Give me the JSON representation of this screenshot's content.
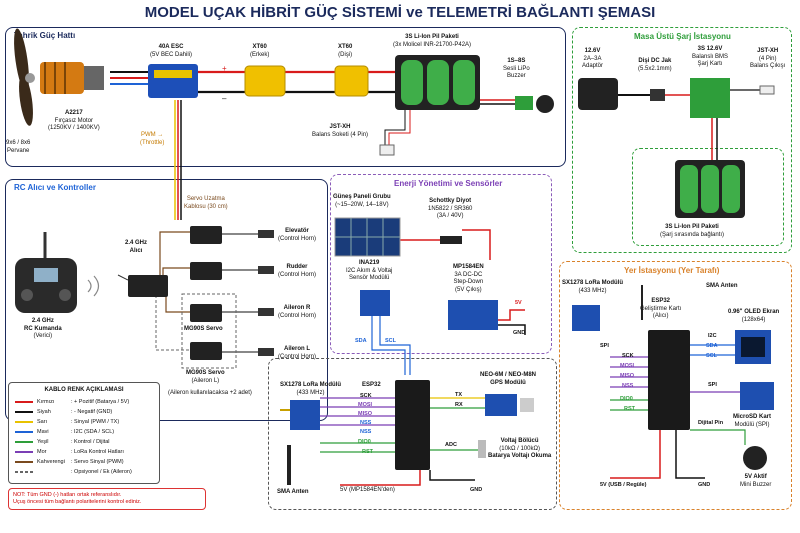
{
  "title": "MODEL UÇAK HİBRİT GÜÇ SİSTEMİ ve TELEMETRİ BAĞLANTI ŞEMASI",
  "sections": {
    "propulsion": "Tahrik Güç Hattı",
    "rc": "RC Alıcı ve Kontroller",
    "energy": "Enerji Yönetimi ve Sensörler",
    "charger": "Masa Üstü Şarj İstasyonu",
    "ground": "Yer İstasyonu (Yer Tarafı)"
  },
  "propulsion": {
    "prop": [
      "9x6 / 8x6",
      "Pervane"
    ],
    "motor": [
      "A2217",
      "Fırçasız Motor",
      "(1250KV / 1400KV)"
    ],
    "esc": [
      "40A ESC",
      "(5V BEC Dahili)"
    ],
    "xt60_m": [
      "XT60",
      "(Erkek)"
    ],
    "xt60_f": [
      "XT60",
      "(Dişi)"
    ],
    "pack": [
      "3S Li-Ion Pil Paketi",
      "(3x Molicel INR-21700-P42A)"
    ],
    "buzzer": [
      "1S–8S",
      "Sesli LiPo",
      "Buzzer"
    ],
    "jst": [
      "JST-XH",
      "Balans Soketi (4 Pin)"
    ],
    "pwm": [
      "PWM →",
      "(Throttle)"
    ],
    "plus": "+",
    "minus": "–"
  },
  "rc": {
    "ext": [
      "Servo Uzatma",
      "Kablosu (30 cm)"
    ],
    "rx": [
      "2.4 GHz",
      "Alıcı"
    ],
    "tx": [
      "2.4 GHz",
      "RC Kumanda",
      "(Verici)"
    ],
    "elevator": [
      "Elevatör",
      "(Control Horn)"
    ],
    "rudder": [
      "Rudder",
      "(Control Horn)"
    ],
    "aileron_r": [
      "Aileron R",
      "(Control Horn)"
    ],
    "aileron_l": [
      "Aileron L",
      "(Control Horn)"
    ],
    "mg90s": "MG90S Servo",
    "mg90s_l": [
      "MG90S Servo",
      "(Aileron L)"
    ],
    "aileron_note": "(Aileron kullanılacaksa +2 adet)"
  },
  "energy": {
    "solar": [
      "Güneş Paneli Grubu",
      "(~15–20W, 14–18V)"
    ],
    "diode": [
      "Schottky Diyot",
      "1N5822 / SR360",
      "(3A / 40V)"
    ],
    "ina": [
      "INA219",
      "I2C Akım & Voltaj",
      "Sensör Modülü"
    ],
    "buck": [
      "MP1584EN",
      "3A DC-DC",
      "Step-Down",
      "(5V Çıkış)"
    ],
    "v5": "5V",
    "gnd": "GND",
    "sda": "SDA",
    "scl": "SCL"
  },
  "air": {
    "lora": [
      "SX1278 LoRa Modülü",
      "(433 MHz)"
    ],
    "esp": "ESP32",
    "pins_l": [
      "SCK",
      "MOSI",
      "MISO",
      "NSS",
      "NSS"
    ],
    "pins_l2": [
      "DIO0",
      "RST"
    ],
    "gps": [
      "NEO-6M / NEO-M8N",
      "GPS Modülü"
    ],
    "tx": "TX",
    "rx": "RX",
    "adc": "ADC",
    "divider": [
      "Voltaj Bölücü",
      "(10kΩ / 100kΩ)",
      "Batarya Voltajı Okuma"
    ],
    "sma": "SMA Anten",
    "v5in": "5V (MP1584EN'den)",
    "gnd": "GND"
  },
  "charger": {
    "adapter": [
      "12.6V",
      "2A–3A",
      "Adaptör"
    ],
    "dcjack": [
      "Dişi DC Jak",
      "(5.5x2.1mm)"
    ],
    "bms": [
      "3S 12.6V",
      "Balanslı BMS",
      "Şarj Kartı"
    ],
    "jst": [
      "JST-XH",
      "(4 Pin)",
      "Balans Çıkışı"
    ],
    "pack": [
      "3S Li-Ion Pil Paketi",
      "(Şarj sırasında bağlantı)"
    ]
  },
  "ground": {
    "lora": [
      "SX1278 LoRa Modülü",
      "(433 MHz)"
    ],
    "antenna": "SMA Anten",
    "esp": [
      "ESP32",
      "Geliştirme Kartı",
      "(Alıcı)"
    ],
    "oled": [
      "0.96\" OLED Ekran",
      "(128x64)"
    ],
    "sd": [
      "MicroSD Kart",
      "Modülü (SPI)"
    ],
    "buzzer": [
      "5V Aktif",
      "Mini Buzzer"
    ],
    "spi_l": [
      "SPI",
      "SCK",
      "MOSI",
      "MISO",
      "NSS",
      "DIO0",
      "RST"
    ],
    "i2c": [
      "I2C",
      "SDA",
      "SCL"
    ],
    "spi_r": "SPI",
    "dpin": "Dijital Pin",
    "v5": "5V (USB / Regüle)",
    "gnd": "GND"
  },
  "legend": {
    "title": "KABLO RENK AÇIKLAMASI",
    "rows": [
      {
        "name": "Kırmızı",
        "desc": ": + Pozitif (Batarya / 5V)",
        "color": "#d81b1b"
      },
      {
        "name": "Siyah",
        "desc": ": - Negatif (GND)",
        "color": "#111111"
      },
      {
        "name": "Sarı",
        "desc": ": Sinyal (PWM / TX)",
        "color": "#e8c200"
      },
      {
        "name": "Mavi",
        "desc": ": I2C (SDA / SCL)",
        "color": "#1e63d6"
      },
      {
        "name": "Yeşil",
        "desc": ": Kontrol / Dijital",
        "color": "#2e9e3a"
      },
      {
        "name": "Mor",
        "desc": ": LoRa Kontrol Hatları",
        "color": "#7b3fb5"
      },
      {
        "name": "Kahverengi",
        "desc": ": Servo Sinyal (PWM)",
        "color": "#7a4a1e"
      },
      {
        "name": "",
        "desc": ": Opsiyonel / Ek (Aileron)",
        "color": "#666666"
      }
    ]
  },
  "note": [
    "NOT: Tüm GND (-) hatları ortak referanslıdır.",
    "Uçuş öncesi tüm bağlantı polaritelerini kontrol ediniz."
  ],
  "colors": {
    "navy": "#1b2a5c",
    "green": "#2e9e3a",
    "orange": "#d9822b",
    "purple": "#8a5bb8"
  }
}
